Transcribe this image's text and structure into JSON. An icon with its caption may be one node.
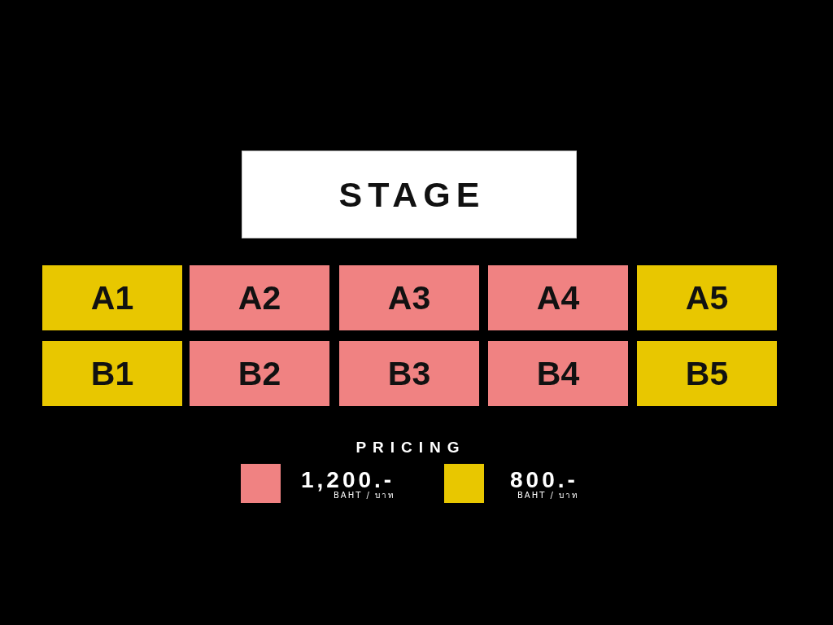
{
  "diagram": {
    "nodes": [
      {
        "text": [
          "STAGE"
        ]
      },
      {
        "text": [
          "A1"
        ]
      },
      {
        "text": [
          "A2"
        ]
      },
      {
        "text": [
          "A3"
        ]
      },
      {
        "text": [
          "A4"
        ]
      },
      {
        "text": [
          "A5"
        ]
      },
      {
        "text": [
          "B1"
        ]
      },
      {
        "text": [
          "B2"
        ]
      },
      {
        "text": [
          "B3"
        ]
      },
      {
        "text": [
          "B4"
        ]
      },
      {
        "text": [
          "B5"
        ]
      }
    ],
    "labels": [
      "PRICING",
      "BAHT / บาท",
      "BAHT / บาท"
    ],
    "legend": [
      {
        "text": "1,200.-",
        "color": "#f08282"
      },
      {
        "text": "800.-",
        "color": "#e8c700"
      }
    ]
  }
}
